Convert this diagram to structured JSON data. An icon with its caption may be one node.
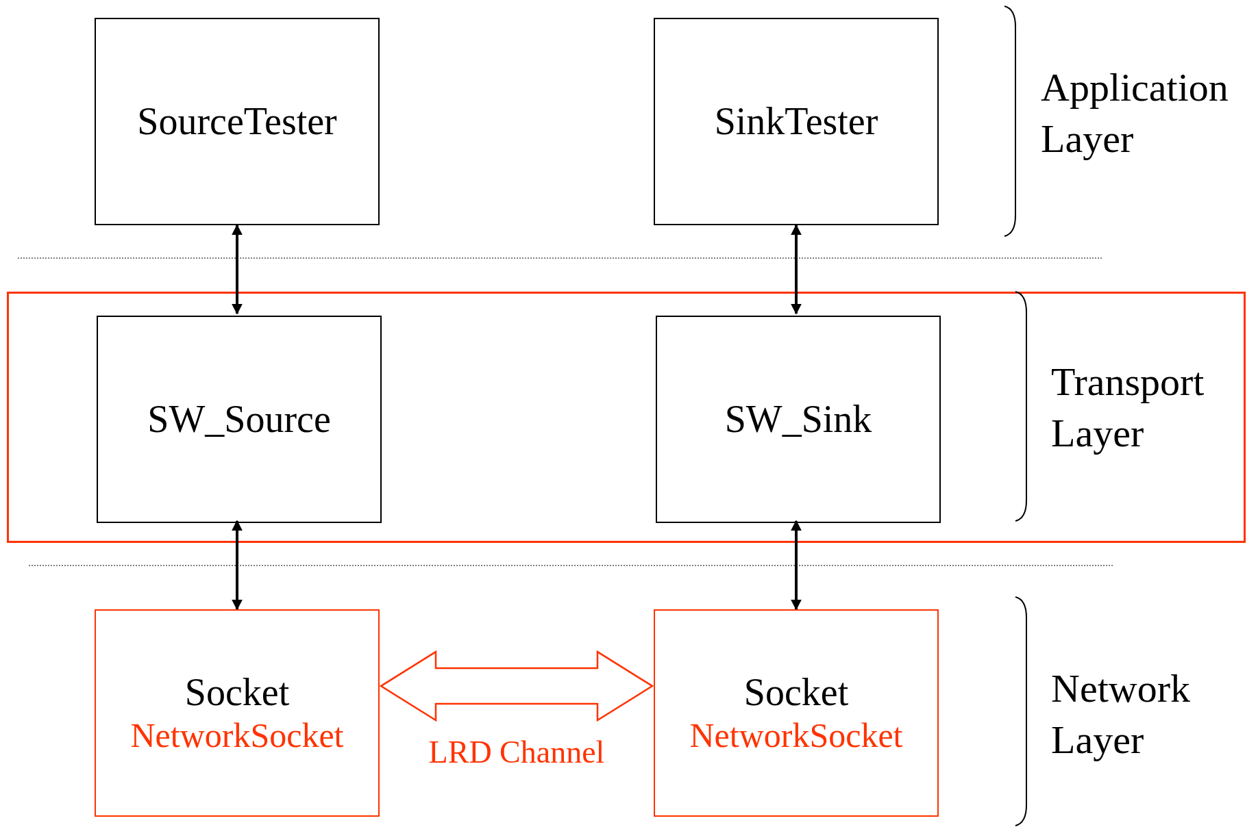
{
  "diagram": {
    "nodes": [
      {
        "text": [
          "SourceTester"
        ]
      },
      {
        "text": [
          "SinkTester"
        ]
      },
      {
        "text": [],
        "shape": "box"
      },
      {
        "text": [
          "SW_Source"
        ],
        "in": 2
      },
      {
        "text": [
          "SW_Sink"
        ],
        "in": 2
      },
      {
        "text": [
          "Socket",
          "NetworkSocket"
        ]
      },
      {
        "text": [
          "Socket",
          "NetworkSocket"
        ]
      }
    ],
    "edges": [
      {
        "from": 0,
        "to": 3,
        "arrow": "both"
      },
      {
        "from": 1,
        "to": 4,
        "arrow": "both"
      },
      {
        "from": 3,
        "to": 5,
        "arrow": "both"
      },
      {
        "from": 4,
        "to": 6,
        "arrow": "both"
      },
      {
        "from": 5,
        "to": 6,
        "arrow": "both",
        "label": "LRD Channel",
        "style": "thick",
        "color": "#ff3300"
      }
    ],
    "labels": [
      "Application Layer",
      "Transport Layer",
      "Network Layer"
    ]
  }
}
